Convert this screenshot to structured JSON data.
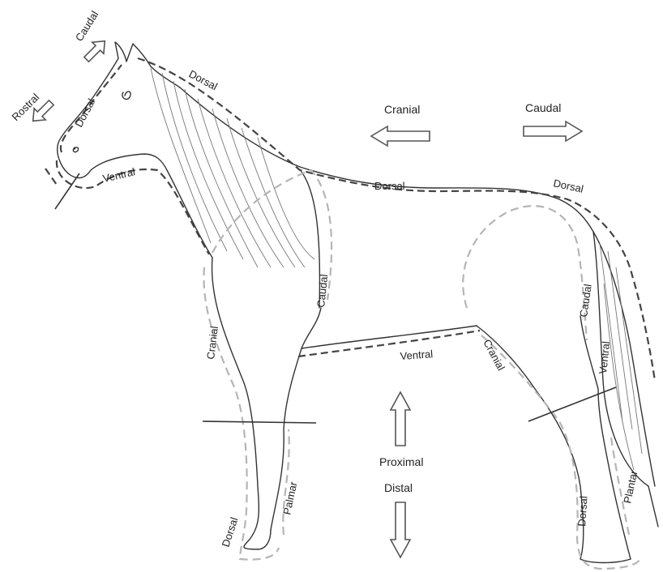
{
  "colors": {
    "outline": "#333333",
    "dorsal_ventral_dash": "#444444",
    "cranial_caudal_dash": "#b5b5b5",
    "arrow_stroke": "#555555"
  },
  "arrows": {
    "head_caudal": "Caudal",
    "head_rostral": "Rostral",
    "cranial": "Cranial",
    "caudal": "Caudal",
    "proximal": "Proximal",
    "distal": "Distal"
  },
  "labels": {
    "head_dorsal": "Dorsal",
    "head_ventral": "Ventral",
    "neck_dorsal": "Dorsal",
    "back_dorsal": "Dorsal",
    "rump_dorsal": "Dorsal",
    "foreleg_cranial": "Cranial",
    "shoulder_caudal": "Caudal",
    "belly_ventral": "Ventral",
    "hindleg_cranial": "Cranial",
    "tail_caudal": "Caudal",
    "tail_ventral": "Ventral",
    "fore_dorsal": "Dorsal",
    "fore_palmar": "Palmar",
    "hind_dorsal": "Dorsal",
    "hind_plantar": "Plantar"
  }
}
